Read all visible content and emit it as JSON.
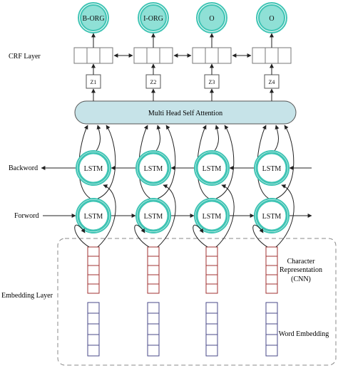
{
  "labels": {
    "crf_layer": "CRF Layer",
    "backword": "Backword",
    "forword": "Forword",
    "embedding_layer": "Embedding Layer",
    "char_rep_line1": "Character",
    "char_rep_line2": "Representation",
    "char_rep_line3": "(CNN)",
    "word_embedding": "Word Embedding",
    "attention": "Multi Head Self Attention"
  },
  "tags": [
    "B-ORG",
    "I-ORG",
    "O",
    "O"
  ],
  "z_labels": [
    "Z1",
    "Z2",
    "Z3",
    "Z4"
  ],
  "lstm_label": "LSTM",
  "colors": {
    "teal": "#3fc4b4",
    "teal_light": "#8fe0d6",
    "attention_fill": "#c6e3e8",
    "char_border": "#a03030",
    "word_border": "#4a4a8a",
    "line": "#222222",
    "dash": "#888888"
  }
}
